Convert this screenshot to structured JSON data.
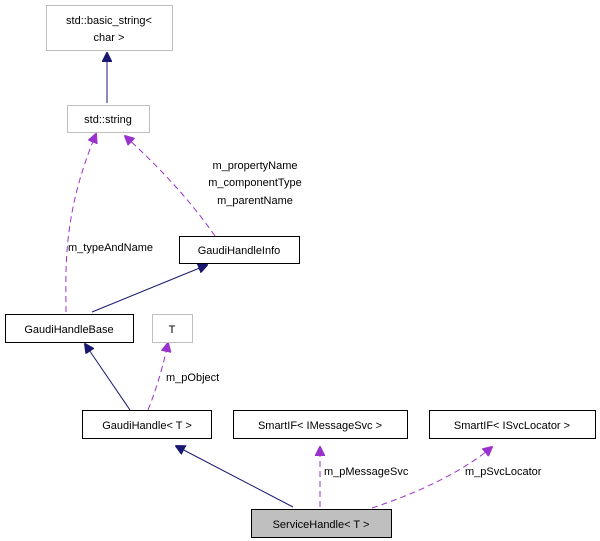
{
  "colors": {
    "inherit_edge": "#191970",
    "usage_edge": "#9a32cd",
    "node_border_main": "#000000",
    "node_border_external": "#bfbfbf",
    "node_fill": "#ffffff",
    "node_fill_selected": "#bfbfbf"
  },
  "nodes": {
    "basic_string": {
      "line1": "std::basic_string<",
      "line2": "char >"
    },
    "std_string": {
      "label": "std::string"
    },
    "gaudi_handle_info": {
      "label": "GaudiHandleInfo"
    },
    "gaudi_handle_base": {
      "label": "GaudiHandleBase"
    },
    "template_t": {
      "label": "T"
    },
    "gaudi_handle": {
      "label": "GaudiHandle< T >"
    },
    "smartif_msg": {
      "label": "SmartIF< IMessageSvc >"
    },
    "smartif_loc": {
      "label": "SmartIF< ISvcLocator >"
    },
    "service_handle": {
      "label": "ServiceHandle< T >"
    }
  },
  "edges": {
    "type_and_name": "m_typeAndName",
    "info_members": [
      "m_propertyName",
      "m_componentType",
      "m_parentName"
    ],
    "p_object": "m_pObject",
    "p_message_svc": "m_pMessageSvc",
    "p_svc_locator": "m_pSvcLocator"
  }
}
